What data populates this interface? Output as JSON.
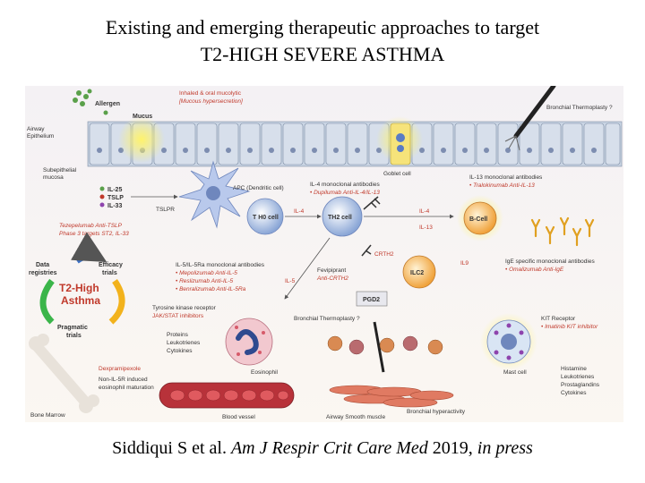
{
  "title": {
    "line1": "Existing and emerging therapeutic approaches to target",
    "line2": "T2-HIGH  SEVERE  ASTHMA"
  },
  "citation": {
    "authors": "Siddiqui S et al.",
    "journal": "Am J Respir Crit Care Med",
    "year": "2019,",
    "status": "in press"
  },
  "figure": {
    "allergen": "Allergen",
    "mucus": "Mucus",
    "mucolytic_1": "Inhaled & oral mucolytic",
    "mucolytic_2": "[Mucous hypersecretion]",
    "bronchial_thermoplasty_top": "Bronchial Thermoplasty ?",
    "airway_epithelium_1": "Airway",
    "airway_epithelium_2": "Epithelium",
    "goblet_cell": "Goblet cell",
    "subepithelial_1": "Subepithelial",
    "subepithelial_2": "mucosa",
    "il25": "IL-25",
    "tslp": "TSLP",
    "il33": "IL-33",
    "tslpr": "TSLPR",
    "apc": "APC (Dendritic cell)",
    "tezepelumab_1": "Tezepelumab Anti-TSLP",
    "tezepelumab_2": "Phase 3 targets ST2, IL-33",
    "th0": "T H0 cell",
    "th2": "TH2 cell",
    "il4_top": "IL-4",
    "il4_mab_1": "IL-4 monoclonal antibodies",
    "il4_mab_2": "• Dupilumab Anti-IL-4/IL-13",
    "il13_mab_1": "IL-13 monoclonal antibodies",
    "il13_mab_2": "• Tralokinumab Anti-IL-13",
    "il4_right": "IL-4",
    "il13_right": "IL-13",
    "bcell": "B-Cell",
    "data_registries_1": "Data",
    "data_registries_2": "registries",
    "efficacy_1": "Efficacy",
    "efficacy_2": "trials",
    "t2high_1": "T2-High",
    "t2high_2": "Asthma",
    "pragmatic_1": "Pragmatic",
    "pragmatic_2": "trials",
    "il5_mab_1": "IL-5/IL-5Ra monoclonal antibodies",
    "il5_mab_2": "• Mepolizumab Anti-IL-5",
    "il5_mab_3": "• Reslizumab Anti-IL-5",
    "il5_mab_4": "• Benralizumab Anti-IL-5Ra",
    "il5": "IL-5",
    "crth2": "CRTH2",
    "fevipiprant_1": "Fevipiprant",
    "fevipiprant_2": "Anti-CRTH2",
    "ilc2": "ILC2",
    "il9": "IL9",
    "pgd2": "PGD2",
    "ige_1": "IgE specific monoclonal antibodies",
    "ige_2": "• Omalizumab Anti-IgE",
    "tyrosine_1": "Tyrosine kinase receptor",
    "tyrosine_2": "JAK/STAT inhibitors",
    "bronchial_thermoplasty_mid": "Bronchial Thermoplasty ?",
    "kit_1": "KIT Receptor",
    "kit_2": "• Imatinib KIT inhibitor",
    "proteins": "Proteins",
    "leukotrienes": "Leukotrienes",
    "cytokines": "Cytokines",
    "eosinophil": "Eosinophil",
    "dexpramipexole": "Dexpramipexole",
    "nonil5r_1": "Non-IL-5R induced",
    "nonil5r_2": "eosinophil maturation",
    "bone_marrow": "Bone Marrow",
    "blood_vessel": "Blood vessel",
    "smooth_muscle": "Airway Smooth muscle",
    "hyperactivity": "Bronchial hyperactivity",
    "mast_cell": "Mast cell",
    "histamine": "Histamine",
    "leukotrienes_r": "Leukotrienes",
    "prostaglandins": "Prostaglandins",
    "cytokines_r": "Cytokines"
  }
}
